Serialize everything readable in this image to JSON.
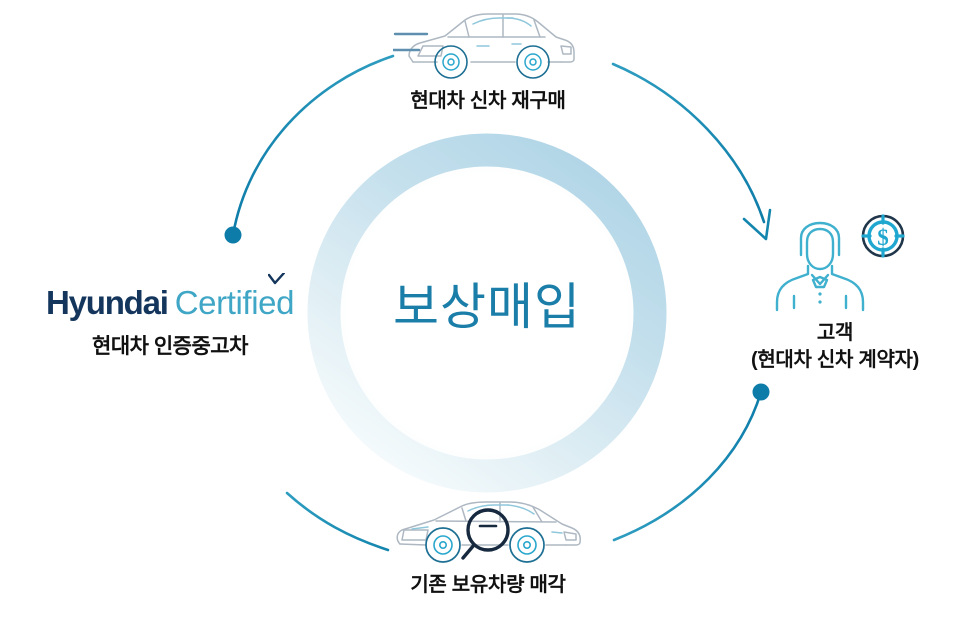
{
  "center": {
    "title": "보상매입"
  },
  "nodes": {
    "top": {
      "caption": "현대차 신차 재구매",
      "icon": "suv-car-icon"
    },
    "right": {
      "caption_line1": "고객",
      "caption_line2": "(현대차 신차 계약자)",
      "icon": "customer-person-icon",
      "badge_icon": "dollar-coin-icon"
    },
    "bottom": {
      "caption": "기존 보유차량 매각",
      "icon": "sedan-car-with-magnifier-icon"
    },
    "left": {
      "logo_primary": "Hyundai",
      "logo_secondary": "Certified",
      "caption": "현대차 인증중고차",
      "icon": "check-mark-icon"
    }
  },
  "colors": {
    "ring_light": "#e8f2f7",
    "ring_mid": "#bddbe9",
    "accent_teal": "#1b7ea9",
    "arrow_teal": "#13769e",
    "logo_navy": "#14365c",
    "logo_teal": "#3fa6c6",
    "cyan": "#29b6d8",
    "text_black": "#111111"
  }
}
